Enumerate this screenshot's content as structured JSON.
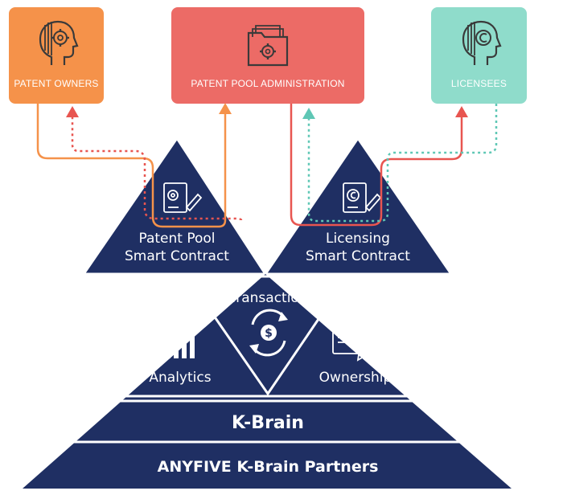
{
  "boxes": {
    "owners": {
      "label": "PATENT OWNERS",
      "color": "#f5924a",
      "icon": "head-gear-icon"
    },
    "admin": {
      "label": "PATENT POOL ADMINISTRATION",
      "color": "#ec6b66",
      "icon": "folder-gear-icon"
    },
    "licensees": {
      "label": "LICENSEES",
      "color": "#8fdccb",
      "icon": "head-copyright-icon"
    }
  },
  "pyramid": {
    "patent_pool_contract": [
      "Patent Pool",
      "Smart Contract"
    ],
    "licensing_contract": [
      "Licensing",
      "Smart Contract"
    ],
    "transaction": "Transaction",
    "analytics": "Analytics",
    "ownership": "Ownership",
    "kbrain": "K-Brain",
    "partners": "ANYFIVE K-Brain Partners"
  },
  "colors": {
    "navy": "#1f2f63",
    "orange": "#f5924a",
    "coral": "#ec6b66",
    "teal": "#8fdccb",
    "red": "#e85550"
  }
}
